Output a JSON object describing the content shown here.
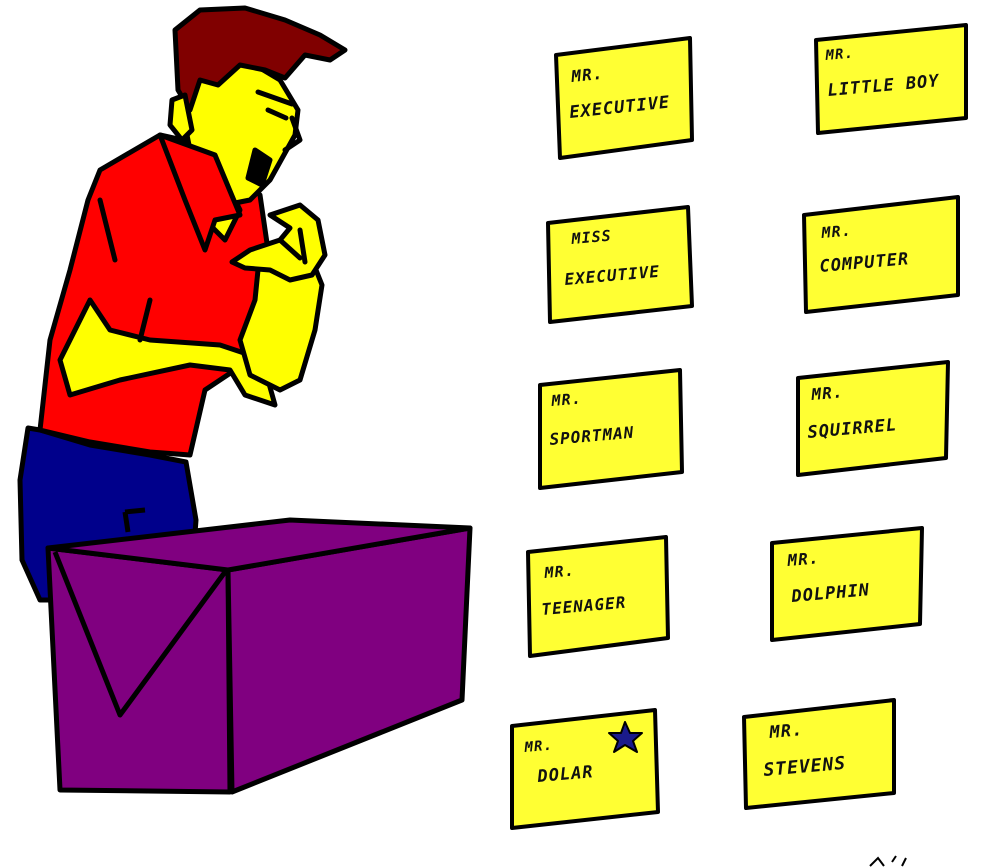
{
  "colors": {
    "shirt": "#ff0000",
    "skin": "#ffff00",
    "hair": "#800000",
    "pants": "#00008b",
    "box": "#800080",
    "box_side": "#6a0a7a",
    "note": "#ffff33",
    "outline": "#000000",
    "star": "#1a1a8a"
  },
  "notes": [
    {
      "line1": "MR.",
      "line2": "EXECUTIVE"
    },
    {
      "line1": "MR.",
      "line2": "LITTLE BOY"
    },
    {
      "line1": "MISS",
      "line2": "EXECUTIVE"
    },
    {
      "line1": "MR.",
      "line2": "COMPUTER"
    },
    {
      "line1": "MR.",
      "line2": "SPORTMAN"
    },
    {
      "line1": "MR.",
      "line2": "SQUIRREL"
    },
    {
      "line1": "MR.",
      "line2": "TEENAGER"
    },
    {
      "line1": "MR.",
      "line2": "DOLPHIN"
    },
    {
      "line1": "MR.",
      "line2": "DOLAR"
    },
    {
      "line1": "MR.",
      "line2": "STEVENS"
    }
  ],
  "icons": {
    "star": "star-icon"
  }
}
